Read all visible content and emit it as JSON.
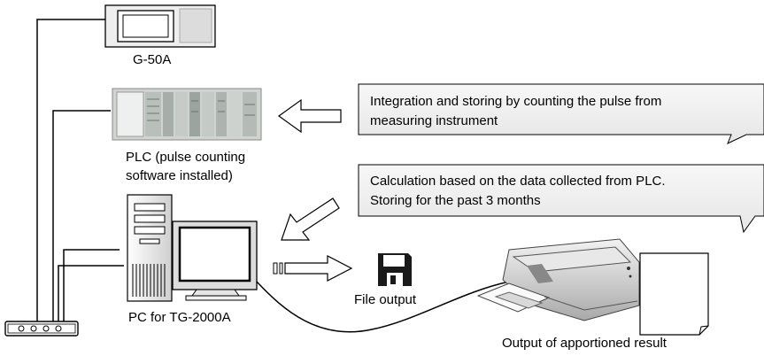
{
  "devices": {
    "g50a": {
      "label": "G-50A"
    },
    "plc": {
      "label_line1": "PLC (pulse counting",
      "label_line2": "software installed)"
    },
    "pc": {
      "label": "PC for TG-2000A"
    },
    "file_output": {
      "label": "File output"
    },
    "printer": {
      "label": "Output of apportioned result"
    }
  },
  "notes": {
    "plc_note": {
      "line1": "Integration and storing by counting the pulse from",
      "line2": "measuring instrument"
    },
    "pc_note": {
      "line1": "Calculation based on the data collected from PLC.",
      "line2": "Storing for the past 3 months"
    }
  },
  "icons": [
    "g50a-controller-icon",
    "plc-rack-icon",
    "pc-tower-icon",
    "monitor-icon",
    "floppy-disk-icon",
    "printer-icon",
    "paper-sheet-icon",
    "network-hub-icon",
    "left-arrow-icon",
    "right-arrow-icon"
  ]
}
